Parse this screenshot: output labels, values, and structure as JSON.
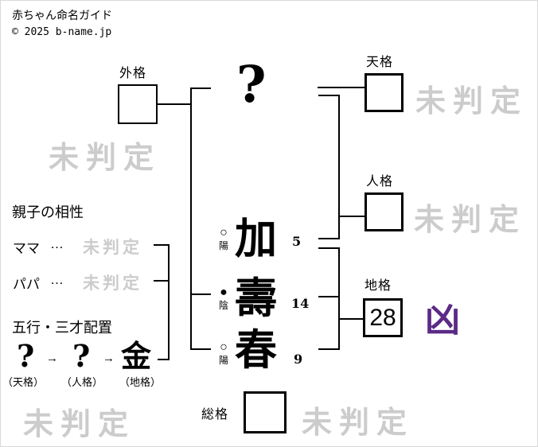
{
  "header": {
    "title": "赤ちゃん命名ガイド",
    "copyright": "© 2025 b-name.jp"
  },
  "kaku": {
    "gaikaku": {
      "label": "外格",
      "value": "",
      "status": "未判定"
    },
    "tenkaku": {
      "label": "天格",
      "value": "",
      "status": "未判定"
    },
    "jinkaku": {
      "label": "人格",
      "value": "",
      "status": "未判定"
    },
    "chikaku": {
      "label": "地格",
      "value": "28",
      "status": "凶"
    },
    "soukaku": {
      "label": "総格",
      "value": "",
      "status": "未判定"
    }
  },
  "name": {
    "surname_placeholder": "?",
    "characters": [
      {
        "char": "加",
        "strokes": "5",
        "inyo_symbol": "○",
        "inyo_label": "陽"
      },
      {
        "char": "壽",
        "strokes": "14",
        "inyo_symbol": "●",
        "inyo_label": "陰"
      },
      {
        "char": "春",
        "strokes": "9",
        "inyo_symbol": "○",
        "inyo_label": "陽"
      }
    ]
  },
  "compatibility": {
    "title": "親子の相性",
    "rows": [
      {
        "label": "ママ",
        "dots": "…",
        "status": "未判定"
      },
      {
        "label": "パパ",
        "dots": "…",
        "status": "未判定"
      }
    ]
  },
  "gogyou": {
    "title": "五行・三才配置",
    "arrow": "→",
    "items": [
      {
        "value": "?",
        "label": "（天格）"
      },
      {
        "value": "?",
        "label": "（人格）"
      },
      {
        "value": "金",
        "label": "（地格）"
      }
    ]
  },
  "watermark_bottom_left": "未判定",
  "colors": {
    "watermark": "#cccccc",
    "bad_luck": "#5b2a86"
  }
}
